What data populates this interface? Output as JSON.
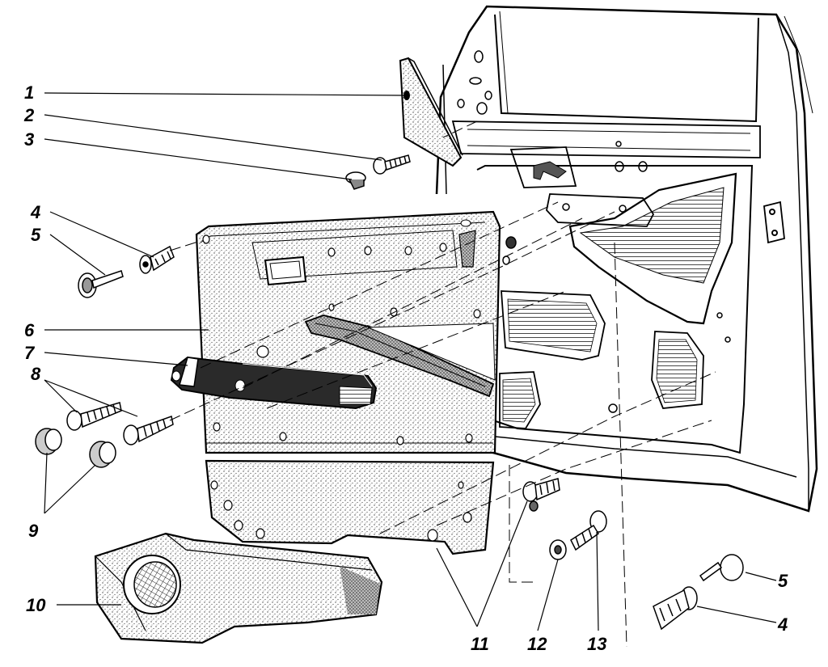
{
  "diagram": {
    "type": "exploded-assembly-view",
    "callouts": {
      "c1": "1",
      "c2": "2",
      "c3": "3",
      "c4": "4",
      "c5": "5",
      "c6": "6",
      "c7": "7",
      "c8": "8",
      "c9": "9",
      "c10": "10",
      "c11": "11",
      "c12": "12",
      "c13": "13",
      "c5b": "5",
      "c4b": "4"
    },
    "parts": [
      "triangular-trim-cover",
      "trim-screw",
      "plastic-plug",
      "retainer-clip",
      "pin",
      "door-trim-panel",
      "armrest",
      "armrest-screw",
      "screw-cap",
      "map-pocket-with-speaker-grille",
      "panel-clip",
      "washer",
      "screw"
    ],
    "colors": {
      "ink": "#000000",
      "paper": "#ffffff",
      "shade": "#8a8a8a",
      "dark": "#2a2a2a"
    }
  }
}
